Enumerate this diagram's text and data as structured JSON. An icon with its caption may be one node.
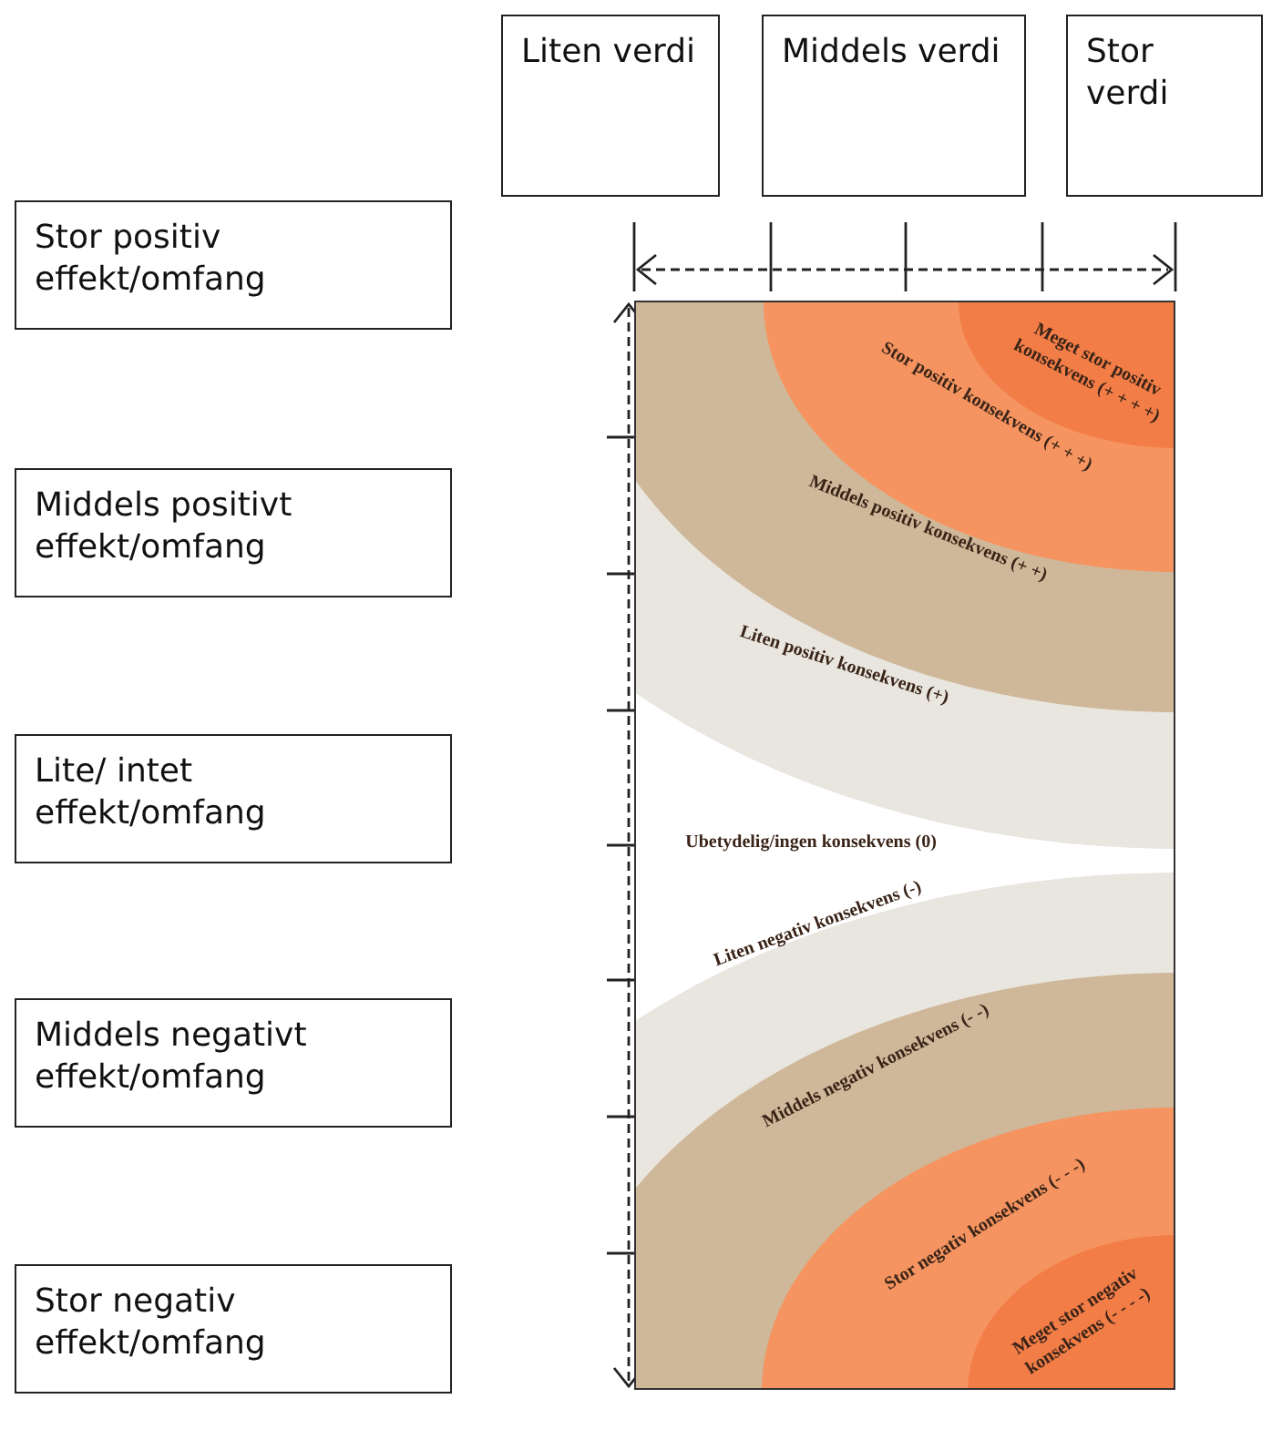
{
  "diagram": {
    "nodes": [
      {
        "text": [
          "Liten verdi"
        ]
      },
      {
        "text": [
          "Middels verdi"
        ]
      },
      {
        "text": [
          "Stor verdi"
        ]
      },
      {
        "text": [
          "Stor positiv effekt/omfang"
        ]
      },
      {
        "text": [
          "Middels positivt effekt/omfang"
        ]
      },
      {
        "text": [
          "Lite/ intet effekt/omfang"
        ]
      },
      {
        "text": [
          "Middels negativt effekt/omfang"
        ]
      },
      {
        "text": [
          "Stor negativ effekt/omfang"
        ]
      }
    ],
    "labels": [
      "Meget stor positiv konsekvens (+ + + +)",
      "Stor positiv konsekvens (+ + +)",
      "Middels positiv konsekvens (+ +)",
      "Liten positiv konsekvens (+)",
      "Ubetydelig/ingen konsekvens (0)",
      "Liten negativ konsekvens (-)",
      "Middels negativ konsekvens (- -)",
      "Stor negativ konsekvens (- - -)",
      "Meget stor negativ konsekvens (- - - -)"
    ]
  }
}
